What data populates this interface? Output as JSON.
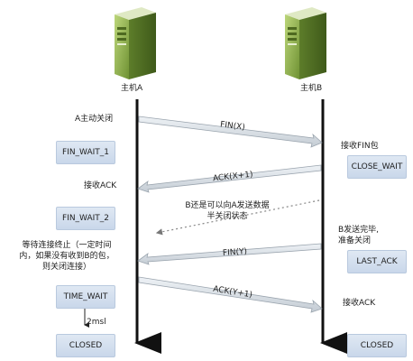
{
  "hosts": {
    "a": {
      "label": "主机A",
      "icon": "server-icon"
    },
    "b": {
      "label": "主机B",
      "icon": "server-icon"
    }
  },
  "messages": {
    "fin_x": "FIN(X)",
    "ack_x1": "ACK(X+1)",
    "fin_y": "FIN(Y)",
    "ack_y1": "ACK(Y+1)"
  },
  "notes": {
    "a_active_close": "A主动关闭",
    "b_recv_fin": "接收FIN包",
    "a_recv_ack": "接收ACK",
    "half_close_line1": "B还是可以向A发送数据",
    "half_close_line2": "半关闭状态",
    "b_send_done_line1": "B发送完毕,",
    "b_send_done_line2": "准备关闭",
    "wait_line1": "等待连接终止（一定时间",
    "wait_line2": "内，如果没有收到B的包，",
    "wait_line3": "则关闭连接）",
    "b_recv_ack": "接收ACK",
    "two_msl": "2msl"
  },
  "states": {
    "fin_wait_1": "FIN_WAIT_1",
    "fin_wait_2": "FIN_WAIT_2",
    "time_wait": "TIME_WAIT",
    "closed_a": "CLOSED",
    "close_wait": "CLOSE_WAIT",
    "last_ack": "LAST_ACK",
    "closed_b": "CLOSED"
  },
  "colors": {
    "server_green": "#8fb14a",
    "arrow_gray": "#a8b1ba",
    "timeline": "#111111",
    "state_fill": "#d4dfee"
  }
}
